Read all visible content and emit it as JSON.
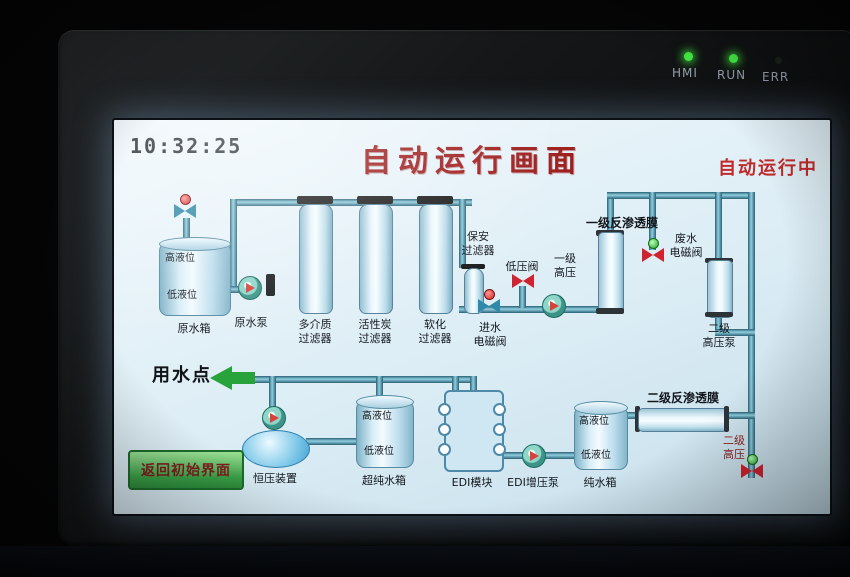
{
  "panel": {
    "led_hmi": "HMI",
    "led_run": "RUN",
    "led_err": "ERR"
  },
  "screen": {
    "time": "10:32:25",
    "title": "自动运行画面",
    "status": "自动运行中"
  },
  "labels": {
    "high_level": "高液位",
    "low_level": "低液位",
    "raw_tank": "原水箱",
    "raw_pump": "原水泵",
    "filter_media_l1": "多介质",
    "filter_media_l2": "过滤器",
    "filter_carbon_l1": "活性炭",
    "filter_carbon_l2": "过滤器",
    "filter_soft_l1": "软化",
    "filter_soft_l2": "过滤器",
    "sec_filter_l1": "保安",
    "sec_filter_l2": "过滤器",
    "inlet_valve_l1": "进水",
    "inlet_valve_l2": "电磁阀",
    "low_pressure_valve": "低压阀",
    "hp1_l1": "一级",
    "hp1_l2": "高压",
    "ro1": "一级反渗透膜",
    "waste_valve_l1": "废水",
    "waste_valve_l2": "电磁阀",
    "hp2_pump_l1": "二级",
    "hp2_pump_l2": "高压泵",
    "ro2": "二级反渗透膜",
    "hp2_valve_l1": "二级",
    "hp2_valve_l2": "高压",
    "pure_tank": "纯水箱",
    "edi_pump": "EDI增压泵",
    "edi_module": "EDI模块",
    "ultrapure_tank": "超纯水箱",
    "pressure_device": "恒压装置",
    "water_point": "用水点",
    "return_button": "返回初始界面"
  },
  "colors": {
    "pipe": "#3f7f99",
    "accent_red": "#c12a2a",
    "button_green": "#2f9b3f",
    "led_green": "#45ef45",
    "screen_bg": "#dcedf5"
  }
}
